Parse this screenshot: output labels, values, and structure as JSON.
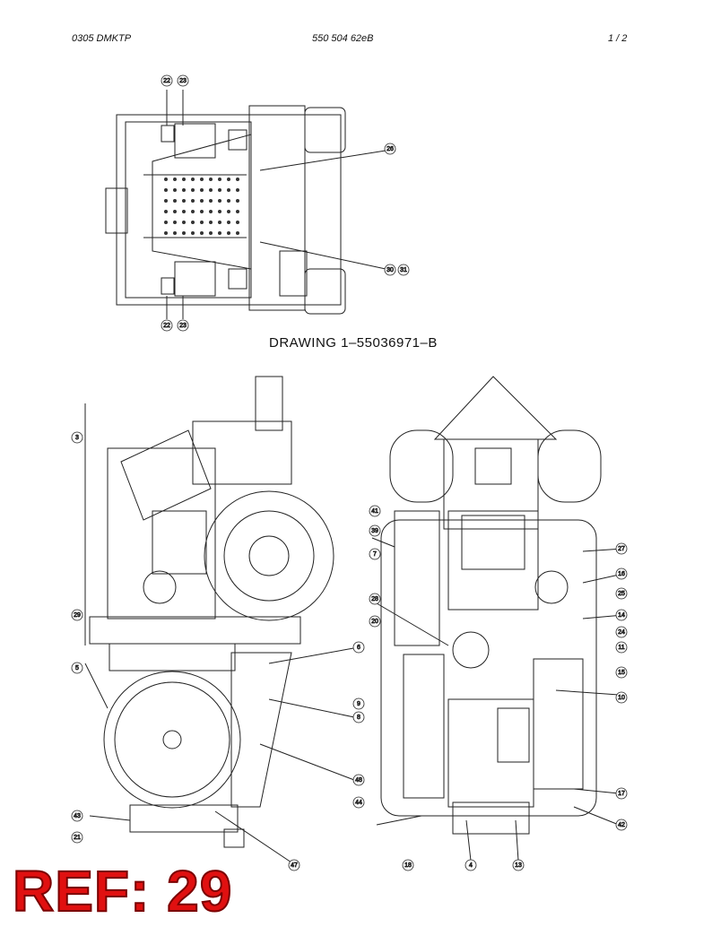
{
  "header": {
    "left": "0305 DMKTP",
    "center": "550 504 62eB",
    "right": "1 /  2"
  },
  "drawing_title": "DRAWING  1–55036971–B",
  "reference_label": "REF: 29",
  "callouts": {
    "top_view": [
      "22",
      "23",
      "26",
      "30",
      "31",
      "22",
      "23"
    ],
    "side_view": [
      "3",
      "5",
      "6",
      "8",
      "9",
      "43",
      "44",
      "21",
      "47",
      "48",
      "29"
    ],
    "front_view": [
      "41",
      "39",
      "28",
      "20",
      "7",
      "27",
      "16",
      "25",
      "24",
      "14",
      "11",
      "15",
      "10",
      "17",
      "42",
      "4",
      "13",
      "18"
    ]
  }
}
